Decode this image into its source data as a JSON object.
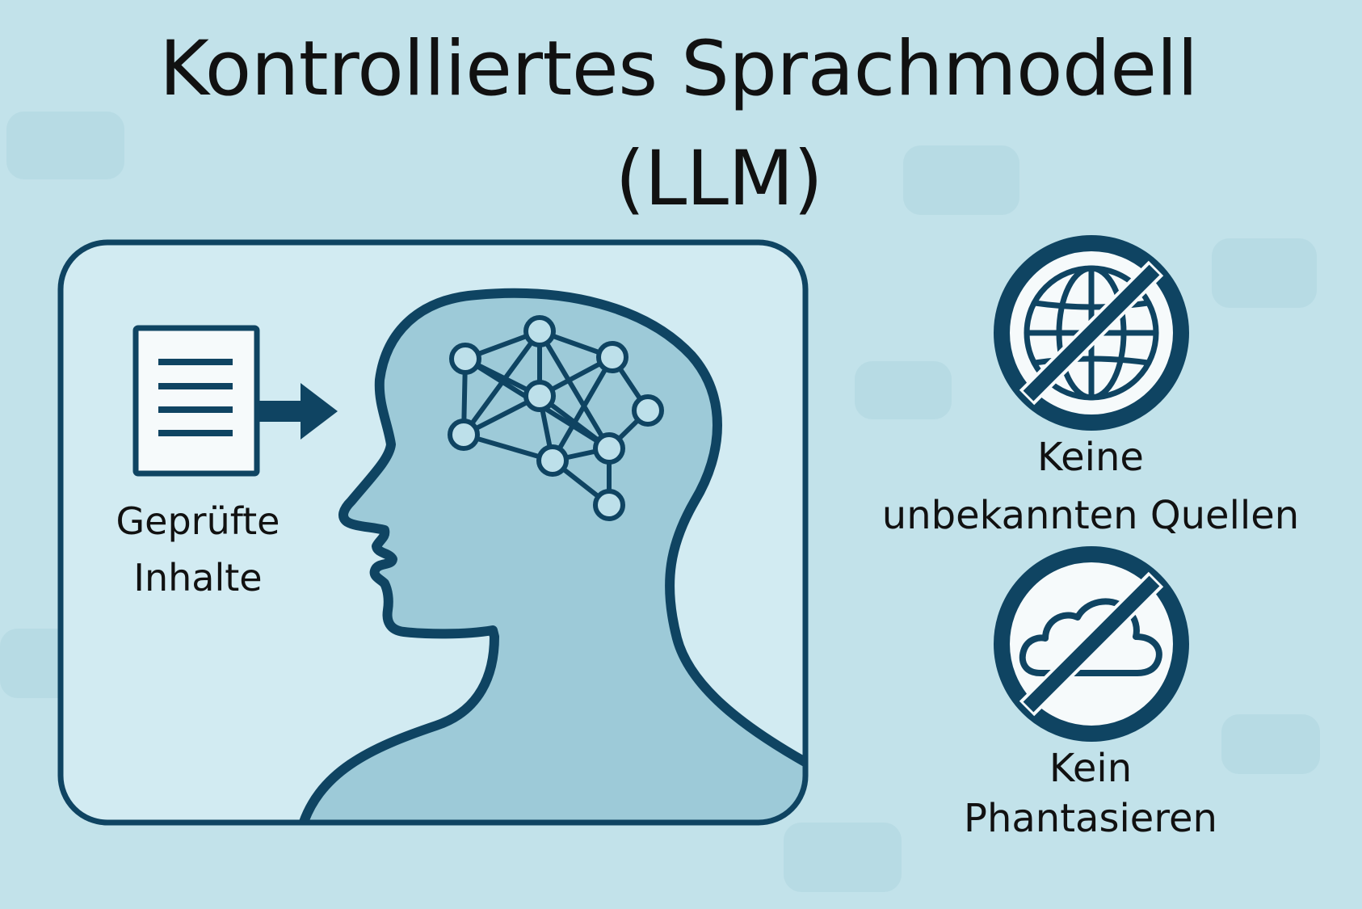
{
  "title": {
    "line1": "Kontrolliertes Sprachmodell",
    "line2": "(LLM)"
  },
  "panel": {
    "document_label": {
      "line1": "Geprüfte",
      "line2": "Inhalte"
    }
  },
  "features": [
    {
      "icon": "no-globe-icon",
      "line1": "Keine",
      "line2": "unbekannten Quellen"
    },
    {
      "icon": "no-cloud-icon",
      "line1": "Kein",
      "line2": "Phantasieren"
    }
  ],
  "colors": {
    "background": "#c2e2ea",
    "panel_fill": "#d2ebf2",
    "head_fill": "#9dcad8",
    "stroke": "#0f4462",
    "icon_fill": "#f6fafb",
    "text": "#111111"
  }
}
